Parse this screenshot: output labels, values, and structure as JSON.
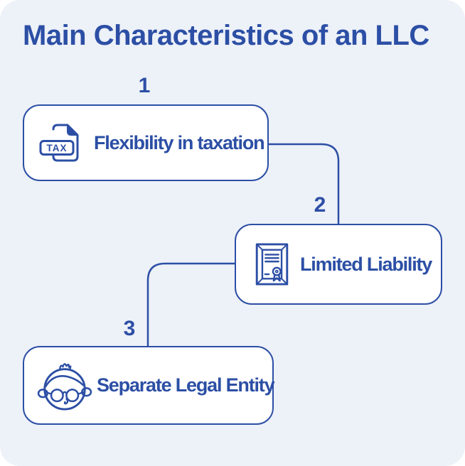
{
  "colors": {
    "accent_blue": "#2c4fa5",
    "panel_background": "#edf1f8",
    "card_background": "#ffffff"
  },
  "title": "Main Characteristics of an LLC",
  "steps": [
    {
      "number": "1",
      "label": "Flexibility in taxation",
      "icon": "tax-document-icon"
    },
    {
      "number": "2",
      "label": "Limited Liability",
      "icon": "certificate-icon"
    },
    {
      "number": "3",
      "label": "Separate Legal Entity",
      "icon": "person-face-icon"
    }
  ],
  "icons": {
    "tax_badge_text": "TAX"
  }
}
